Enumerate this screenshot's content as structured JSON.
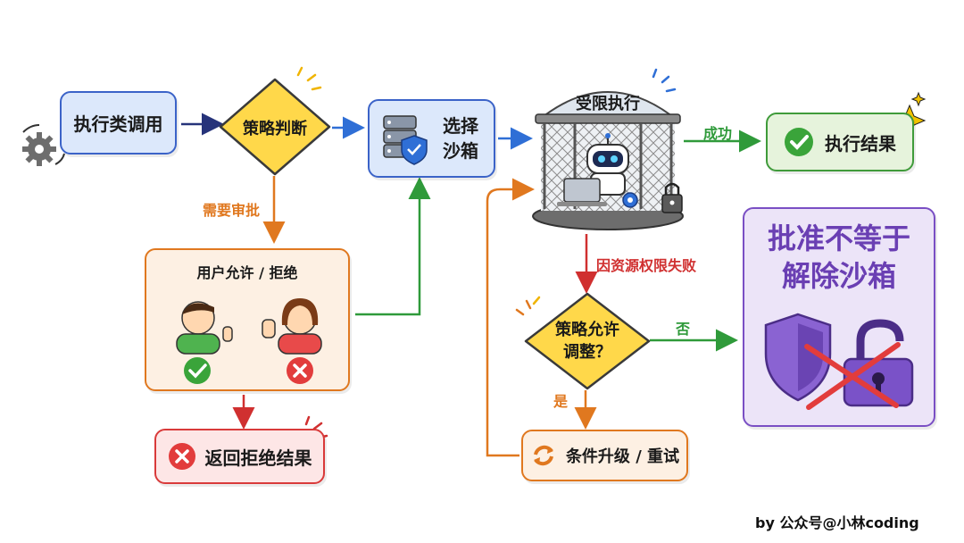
{
  "nodes": {
    "exec_call": "执行类调用",
    "policy_judge": "策略判断",
    "select_sandbox_1": "选择",
    "select_sandbox_2": "沙箱",
    "restricted_exec": "受限执行",
    "exec_result": "执行结果",
    "user_approval": "用户允许 / 拒绝",
    "return_reject": "返回拒绝结果",
    "policy_adjust_1": "策略允许",
    "policy_adjust_2": "调整？",
    "retry": "条件升级 / 重试",
    "warning_1": "批准不等于",
    "warning_2": "解除沙箱"
  },
  "edges": {
    "need_approval": "需要审批",
    "success": "成功",
    "fail_resource": "因资源权限失败",
    "no": "否",
    "yes": "是"
  },
  "credit": "by 公众号@小林coding",
  "colors": {
    "blue_fill": "#dce8fb",
    "blue_stroke": "#3b63c8",
    "yellow_fill": "#ffd84a",
    "yellow_stroke": "#3a3a3a",
    "green_fill": "#e6f3dc",
    "green_stroke": "#3f9b3a",
    "orange_fill": "#fdf0e3",
    "orange_stroke": "#e0781f",
    "red_fill": "#fde6e6",
    "red_stroke": "#d93a3a",
    "purple_fill": "#ece4f8",
    "purple_stroke": "#7a4fc4"
  }
}
